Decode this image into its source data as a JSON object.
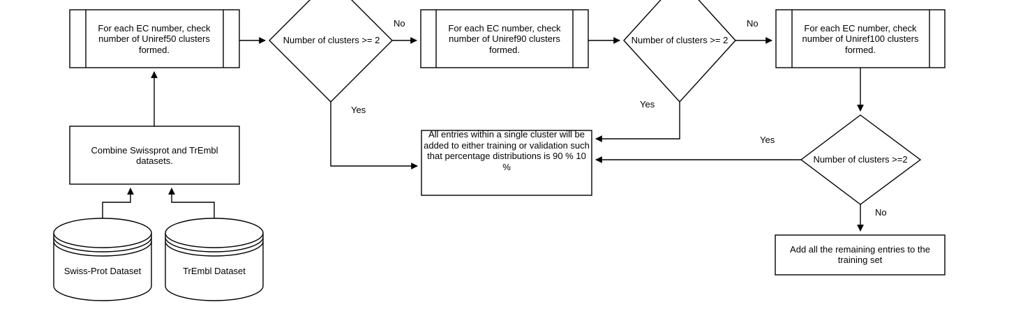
{
  "diagram": {
    "title": "Protein dataset clustering and train/validation split flowchart",
    "background_color": "#ffffff",
    "stroke_color": "#000000",
    "text_color": "#000000",
    "nodes": {
      "uniref50_process": {
        "label": "For each EC number, check number of Uniref50 clusters formed.",
        "shape": "predefined-process"
      },
      "decision1": {
        "label": "Number of clusters >= 2",
        "shape": "decision"
      },
      "uniref90_process": {
        "label": "For each EC number, check number of Uniref90 clusters formed.",
        "shape": "predefined-process"
      },
      "decision2": {
        "label": "Number of clusters >= 2",
        "shape": "decision"
      },
      "uniref100_process": {
        "label": "For each EC number, check number of Uniref100 clusters formed.",
        "shape": "predefined-process"
      },
      "decision3": {
        "label": "Number of clusters >=2",
        "shape": "decision"
      },
      "combine_process": {
        "label": "Combine Swissprot and TrEmbl datasets.",
        "shape": "rectangle"
      },
      "split_process": {
        "label": "All entries within a single cluster will be added to either training or validation such that percentage distributions is 90 % 10 %",
        "shape": "rectangle"
      },
      "remaining_process": {
        "label": "Add all the remaining entries to the training set",
        "shape": "rectangle"
      },
      "swissprot_db": {
        "label": "Swiss-Prot Dataset",
        "shape": "cylinder"
      },
      "trembl_db": {
        "label": "TrEmbl Dataset",
        "shape": "cylinder"
      }
    },
    "edge_labels": {
      "decision1_no": "No",
      "decision1_yes": "Yes",
      "decision2_no": "No",
      "decision2_yes": "Yes",
      "decision3_yes": "Yes",
      "decision3_no": "No"
    }
  }
}
